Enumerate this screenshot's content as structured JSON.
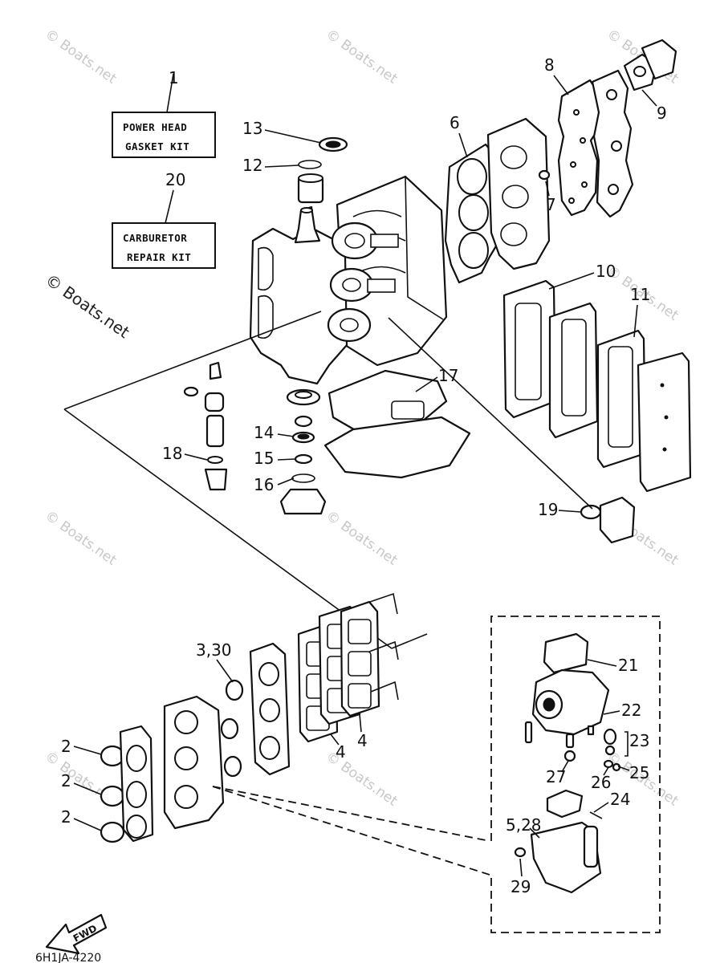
{
  "kits": {
    "power_head": {
      "number": "1",
      "line1": "POWER HEAD",
      "line2": "GASKET KIT"
    },
    "carburetor": {
      "number": "20",
      "line1": "CARBURETOR",
      "line2": "REPAIR KIT"
    }
  },
  "callouts": {
    "c2a": "2",
    "c2b": "2",
    "c2c": "2",
    "c330": "3,30",
    "c4a": "4",
    "c4b": "4",
    "c528": "5,28",
    "c6": "6",
    "c7": "7",
    "c8": "8",
    "c9": "9",
    "c10": "10",
    "c11": "11",
    "c12": "12",
    "c13": "13",
    "c14": "14",
    "c15": "15",
    "c16": "16",
    "c17": "17",
    "c18": "18",
    "c19": "19",
    "c21": "21",
    "c22": "22",
    "c23": "23",
    "c24": "24",
    "c25": "25",
    "c26": "26",
    "c27": "27",
    "c29": "29"
  },
  "watermark": {
    "text": "© Boats.net"
  },
  "fwd_label": "FWD",
  "diagram_code": "6H1JA-4220"
}
